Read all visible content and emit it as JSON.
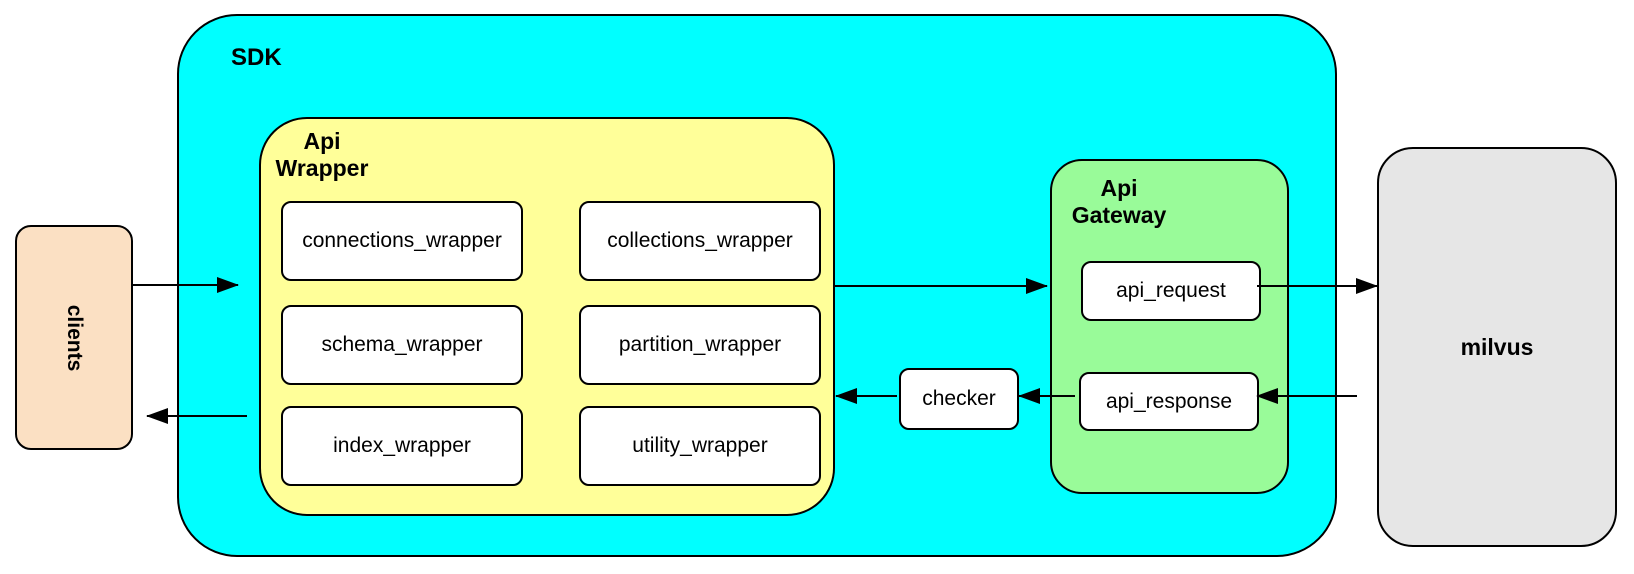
{
  "diagram": {
    "clients": {
      "label": "clients",
      "fill": "#FBE0C3"
    },
    "sdk": {
      "label": "SDK",
      "fill": "#00FFFF",
      "api_wrapper": {
        "label_lines": [
          "Api",
          "Wrapper"
        ],
        "fill": "#FFFF99",
        "modules": [
          "connections_wrapper",
          "collections_wrapper",
          "schema_wrapper",
          "partition_wrapper",
          "index_wrapper",
          "utility_wrapper"
        ]
      },
      "checker": {
        "label": "checker"
      },
      "api_gateway": {
        "label_lines": [
          "Api",
          "Gateway"
        ],
        "fill": "#99FB99",
        "request_label": "api_request",
        "response_label": "api_response"
      }
    },
    "milvus": {
      "label": "milvus",
      "fill": "#E6E6E6"
    },
    "edges": [
      {
        "from": "clients",
        "to": "sdk"
      },
      {
        "from": "api_wrapper",
        "to": "api_gateway"
      },
      {
        "from": "api_request",
        "to": "milvus"
      },
      {
        "from": "milvus",
        "to": "api_response"
      },
      {
        "from": "api_response",
        "to": "checker"
      },
      {
        "from": "checker",
        "to": "api_wrapper"
      },
      {
        "from": "sdk",
        "to": "clients"
      }
    ]
  }
}
